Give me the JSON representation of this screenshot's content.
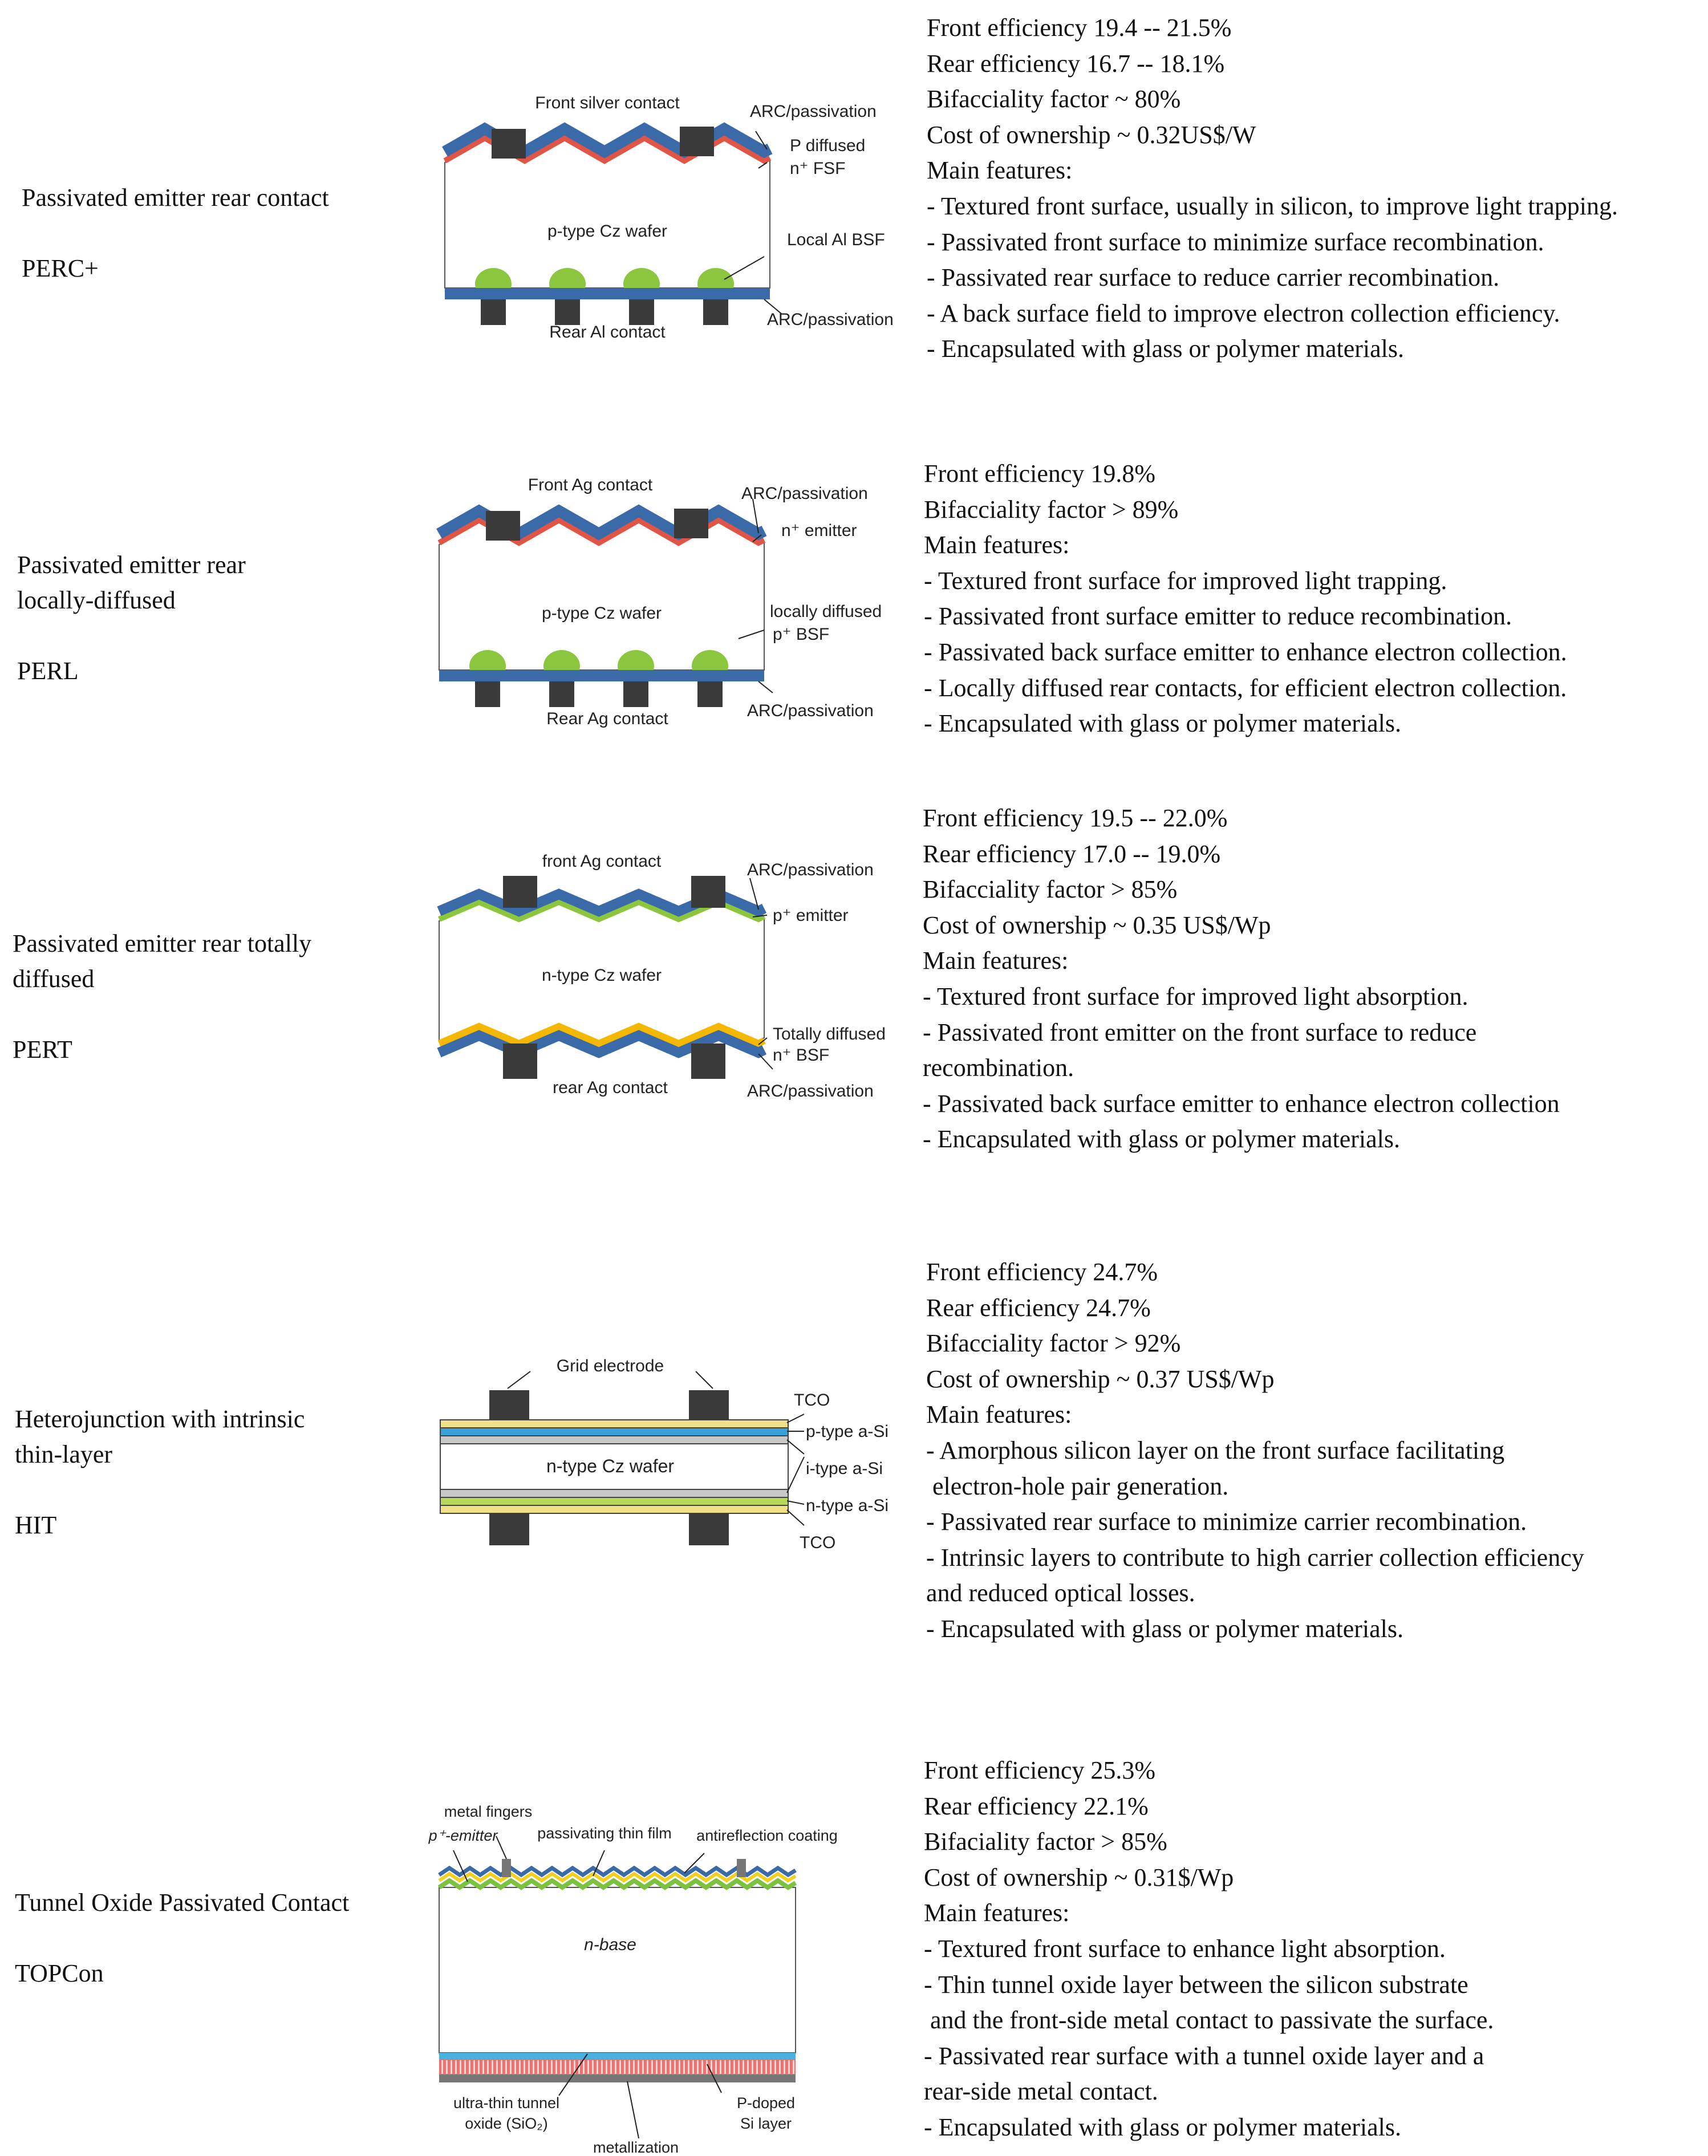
{
  "sections": [
    {
      "title_lines": [
        "Passivated emitter rear contact"
      ],
      "abbr": "PERC+",
      "diagram": {
        "wafer": "p-type Cz wafer",
        "labels": [
          "Front silver contact",
          "ARC/passivation",
          "P diffused",
          "n⁺ FSF",
          "Local Al BSF",
          "ARC/passivation",
          "Rear Al contact"
        ]
      },
      "specs": {
        "lines": [
          "Front efficiency 19.4 -- 21.5%",
          "Rear efficiency 16.7 -- 18.1%",
          "Bifacciality factor ~ 80%",
          "Cost of ownership ~ 0.32US$/W",
          "Main features:"
        ],
        "features": [
          "- Textured front surface, usually in silicon, to improve light trapping.",
          "- Passivated front surface to minimize surface recombination.",
          "- Passivated rear surface to reduce carrier recombination.",
          "- A back surface field to improve electron collection efficiency.",
          "- Encapsulated with glass or polymer materials."
        ]
      }
    },
    {
      "title_lines": [
        "Passivated emitter rear",
        "locally-diffused"
      ],
      "abbr": "PERL",
      "diagram": {
        "wafer": "p-type Cz wafer",
        "labels": [
          "Front Ag contact",
          "ARC/passivation",
          "n⁺ emitter",
          "locally diffused",
          "p⁺ BSF",
          "ARC/passivation",
          "Rear Ag contact"
        ]
      },
      "specs": {
        "lines": [
          "Front efficiency  19.8%",
          "Bifacciality factor > 89%",
          "Main features:"
        ],
        "features": [
          "- Textured front surface for improved light trapping.",
          "- Passivated front surface emitter to reduce recombination.",
          "- Passivated back surface emitter to enhance electron collection.",
          "- Locally diffused rear contacts, for efficient electron collection.",
          "- Encapsulated with glass or polymer materials."
        ]
      }
    },
    {
      "title_lines": [
        "Passivated emitter rear totally",
        "diffused"
      ],
      "abbr": "PERT",
      "diagram": {
        "wafer": "n-type Cz wafer",
        "labels": [
          "front Ag contact",
          "ARC/passivation",
          "p⁺ emitter",
          "Totally diffused",
          "n⁺ BSF",
          "ARC/passivation",
          "rear Ag contact"
        ]
      },
      "specs": {
        "lines": [
          "Front efficiency 19.5 -- 22.0%",
          "Rear efficiency 17.0 -- 19.0%",
          "Bifacciality factor > 85%",
          "Cost of ownership ~ 0.35 US$/Wp",
          "Main features:"
        ],
        "features": [
          "- Textured front surface for improved light absorption.",
          "- Passivated front emitter on the front surface to reduce",
          "recombination.",
          "- Passivated back surface emitter to enhance electron collection",
          "- Encapsulated with glass or polymer materials."
        ]
      }
    },
    {
      "title_lines": [
        "Heterojunction with intrinsic",
        "thin-layer"
      ],
      "abbr": "HIT",
      "diagram": {
        "wafer": "n-type Cz wafer",
        "labels": [
          "Grid electrode",
          "TCO",
          "p-type a-Si",
          "i-type a-Si",
          "n-type a-Si",
          "TCO"
        ]
      },
      "specs": {
        "lines": [
          "Front efficiency 24.7%",
          "Rear efficiency 24.7%",
          "Bifacciality factor > 92%",
          "Cost of ownership ~ 0.37 US$/Wp",
          "Main features:"
        ],
        "features": [
          "- Amorphous silicon layer on the front surface facilitating",
          " electron-hole pair generation.",
          "- Passivated rear surface to minimize carrier recombination.",
          "- Intrinsic layers to contribute to high carrier collection efficiency",
          "and reduced optical losses.",
          "- Encapsulated with glass or polymer materials."
        ]
      }
    },
    {
      "title_lines": [
        "Tunnel Oxide Passivated Contact"
      ],
      "abbr": "TOPCon",
      "diagram": {
        "wafer": "n-base",
        "labels": [
          "metal fingers",
          "passivating thin film",
          "p⁺-emitter",
          "antireflection coating",
          "ultra-thin tunnel",
          "oxide (SiO₂)",
          "P-doped",
          "Si layer",
          "metallization"
        ]
      },
      "specs": {
        "lines": [
          "Front efficiency 25.3%",
          "Rear efficiency 22.1%",
          "Bifaciality factor > 85%",
          "Cost of ownership ~ 0.31$/Wp",
          "Main features:"
        ],
        "features": [
          "- Textured front surface to enhance light absorption.",
          "- Thin tunnel oxide layer between the silicon substrate",
          " and the front-side metal contact to passivate the surface.",
          "- Passivated rear surface with a tunnel oxide layer and a",
          "rear-side metal contact.",
          "- Encapsulated with glass or polymer materials."
        ]
      }
    }
  ],
  "colors": {
    "arc": "#3a6aa8",
    "emitter_red": "#e05545",
    "emitter_green": "#8cc63f",
    "bsf_yellow": "#f5b800",
    "contact": "#3a3a3a",
    "al_bsf": "#8cc63f",
    "tco_yellow": "#f0e08a",
    "p_asi_blue": "#3aa0d8",
    "i_asi_grey": "#c8c8c8",
    "n_asi_green": "#b8d85a",
    "red_stripe": "#f06a6a"
  }
}
